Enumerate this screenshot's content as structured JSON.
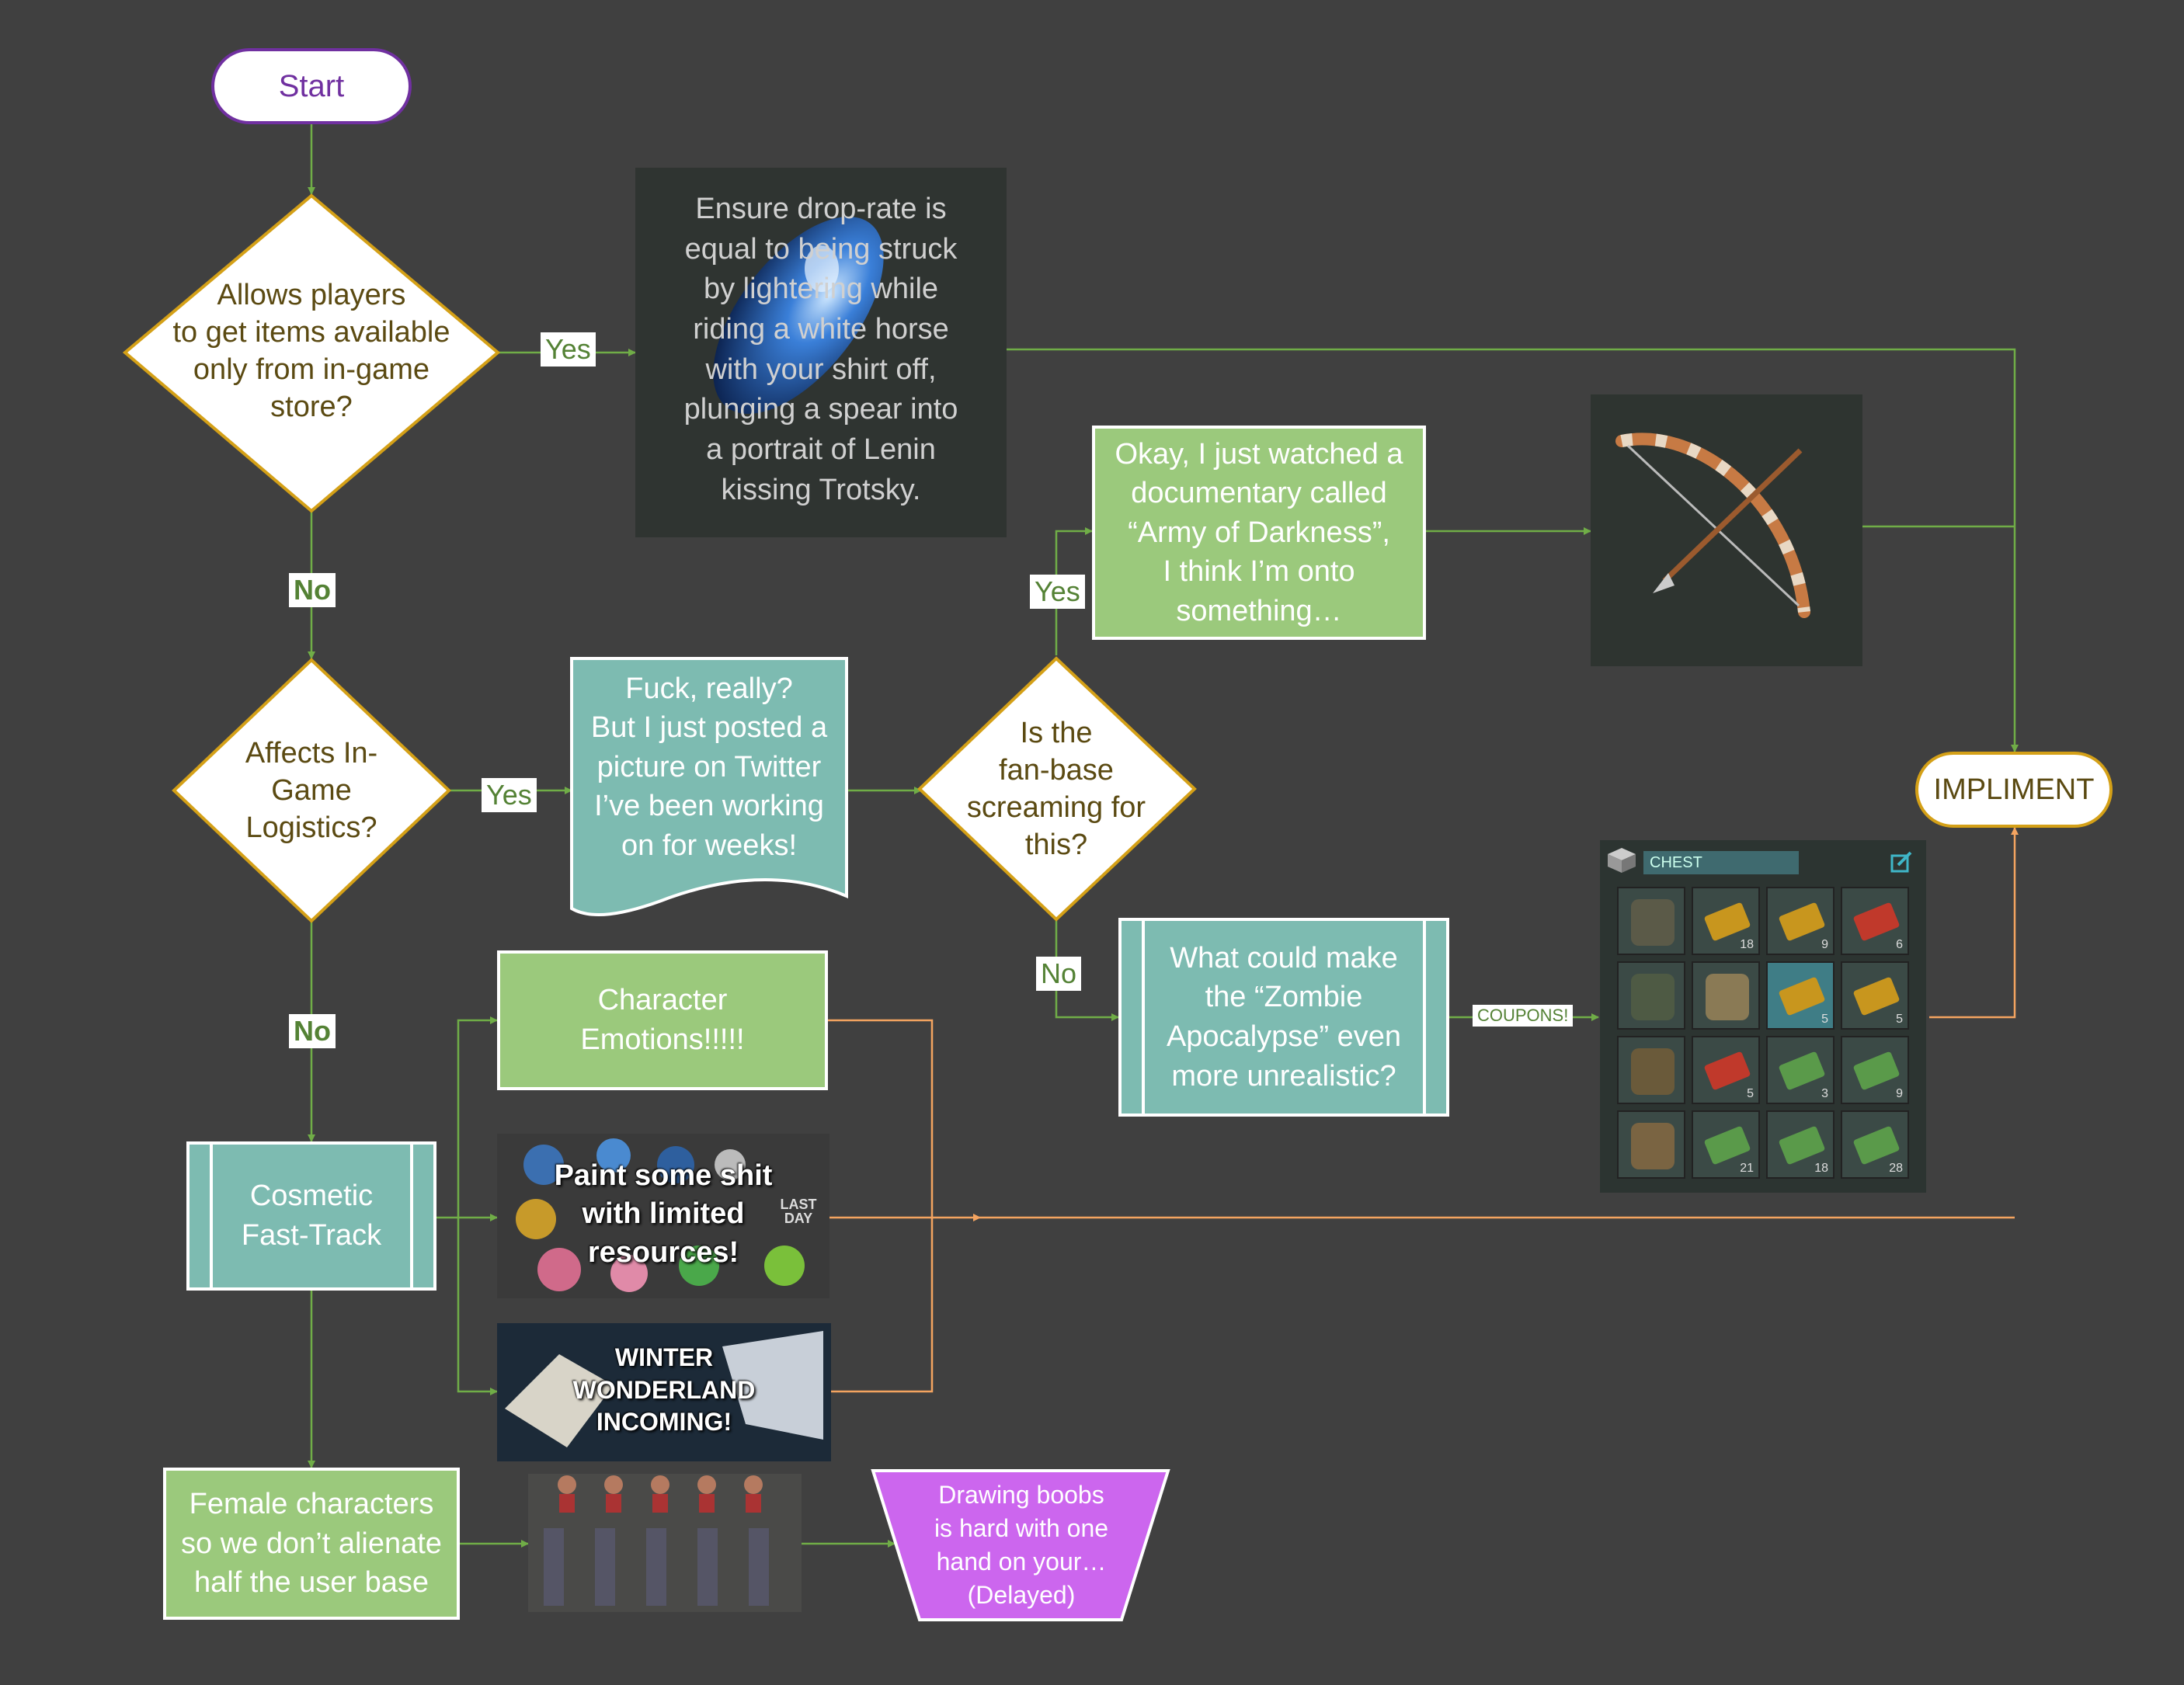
{
  "nodes": {
    "start": "Start",
    "decision_store": "Allows players\nto get items available\nonly from in-game\nstore?",
    "drop_rate": "Ensure drop-rate is\nequal to being struck\nby lightering while\nriding a white horse\nwith your shirt off,\nplunging a spear into\na  portrait of Lenin\nkissing Trotsky.",
    "army_of_darkness": "Okay, I just watched a\ndocumentary called\n“Army of Darkness”,\nI think I’m onto\nsomething…",
    "decision_logistics": "Affects In-\nGame\nLogistics?",
    "twitter": "Fuck, really?\nBut I just posted a\npicture on Twitter\nI’ve been working\non for weeks!",
    "decision_fanbase": "Is the\nfan-base\nscreaming for\nthis?",
    "zombie": "What could make\nthe “Zombie\nApocalypse” even\nmore unrealistic?",
    "character_emotions": "Character\nEmotions!!!!!",
    "paint_banner": "Paint some shit\nwith limited\nresources!",
    "winter_banner": "WINTER\nWONDERLAND\nINCOMING!",
    "cosmetic": "Cosmetic\nFast-Track",
    "female": "Female characters\nso we don’t alienate\nhalf the user base",
    "drawing": "Drawing boobs\nis hard with one\nhand on your…\n(Delayed)",
    "impliment": "IMPLIMENT",
    "last_day_logo": "LAST\nDAY"
  },
  "labels": {
    "yes1": "Yes",
    "no1": "No",
    "yes2": "Yes",
    "no2": "No",
    "yes3": "Yes",
    "no3": "No",
    "coupons": "COUPONS!"
  },
  "chest": {
    "title": "CHEST",
    "counts": [
      "18",
      "9",
      "6",
      "5",
      "5",
      "5",
      "3",
      "9",
      "21",
      "18",
      "28"
    ]
  },
  "colors": {
    "background": "#404040",
    "yes_no_connector": "#70ad47",
    "orange_connector": "#f4a460",
    "decision_border": "#d4a017",
    "green_box": "#9bc97c",
    "teal_box": "#7dbbb1",
    "start_border": "#7030a0",
    "delayed_box": "#cc66ee"
  }
}
